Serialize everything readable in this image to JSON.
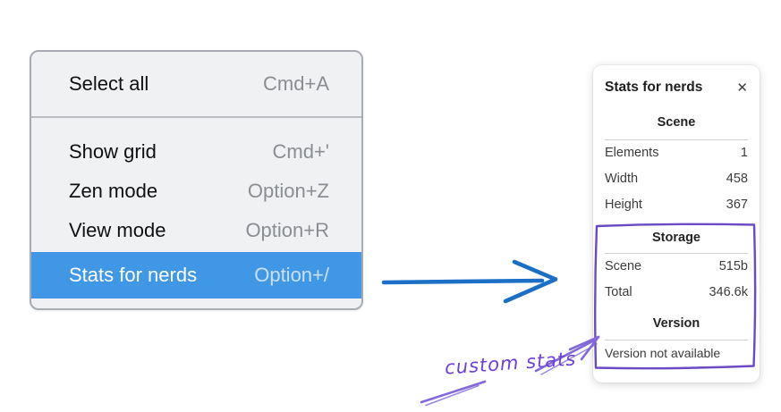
{
  "context_menu": {
    "items": [
      {
        "label": "Select all",
        "shortcut": "Cmd+A"
      },
      {
        "label": "Show grid",
        "shortcut": "Cmd+'"
      },
      {
        "label": "Zen mode",
        "shortcut": "Option+Z"
      },
      {
        "label": "View mode",
        "shortcut": "Option+R"
      },
      {
        "label": "Stats for nerds",
        "shortcut": "Option+/"
      }
    ],
    "highlighted_item": "Stats for nerds"
  },
  "stats_panel": {
    "title": "Stats for nerds",
    "close_icon": "✕",
    "scene": {
      "header": "Scene",
      "rows": [
        {
          "label": "Elements",
          "value": "1"
        },
        {
          "label": "Width",
          "value": "458"
        },
        {
          "label": "Height",
          "value": "367"
        }
      ]
    },
    "storage": {
      "header": "Storage",
      "rows": [
        {
          "label": "Scene",
          "value": "515b"
        },
        {
          "label": "Total",
          "value": "346.6k"
        }
      ]
    },
    "version": {
      "header": "Version",
      "note": "Version not available"
    }
  },
  "annotation": {
    "label": "custom stats"
  },
  "colors": {
    "menu_highlight": "#4097e6",
    "menu_background": "#f0f1f3",
    "blue_arrow": "#1b6fc4",
    "purple_box": "#6b4ac6",
    "purple_arrow": "#8268d8",
    "purple_text": "#6c40d8"
  }
}
